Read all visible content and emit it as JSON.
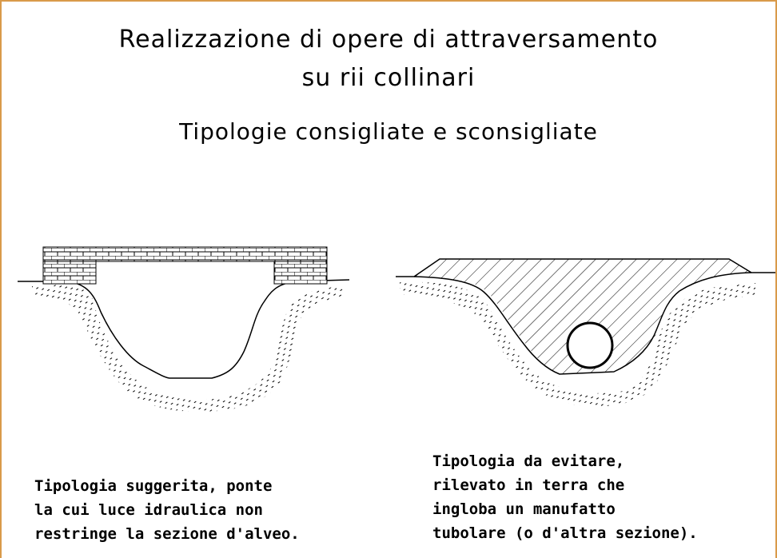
{
  "title": {
    "line1": "Realizzazione di opere di attraversamento",
    "line2": "su rii collinari",
    "subtitle": "Tipologie consigliate e sconsigliate"
  },
  "left_caption": {
    "lines": [
      "Tipologia suggerita, ponte",
      "la cui luce idraulica non",
      "restringe la sezione d'alveo."
    ]
  },
  "right_caption": {
    "lines": [
      "Tipologia da evitare,",
      "rilevato in terra che",
      "ingloba un manufatto",
      "tubolare (o d'altra sezione)."
    ]
  },
  "colors": {
    "frame": "#d99a4a",
    "line": "#000000",
    "background": "#ffffff"
  }
}
